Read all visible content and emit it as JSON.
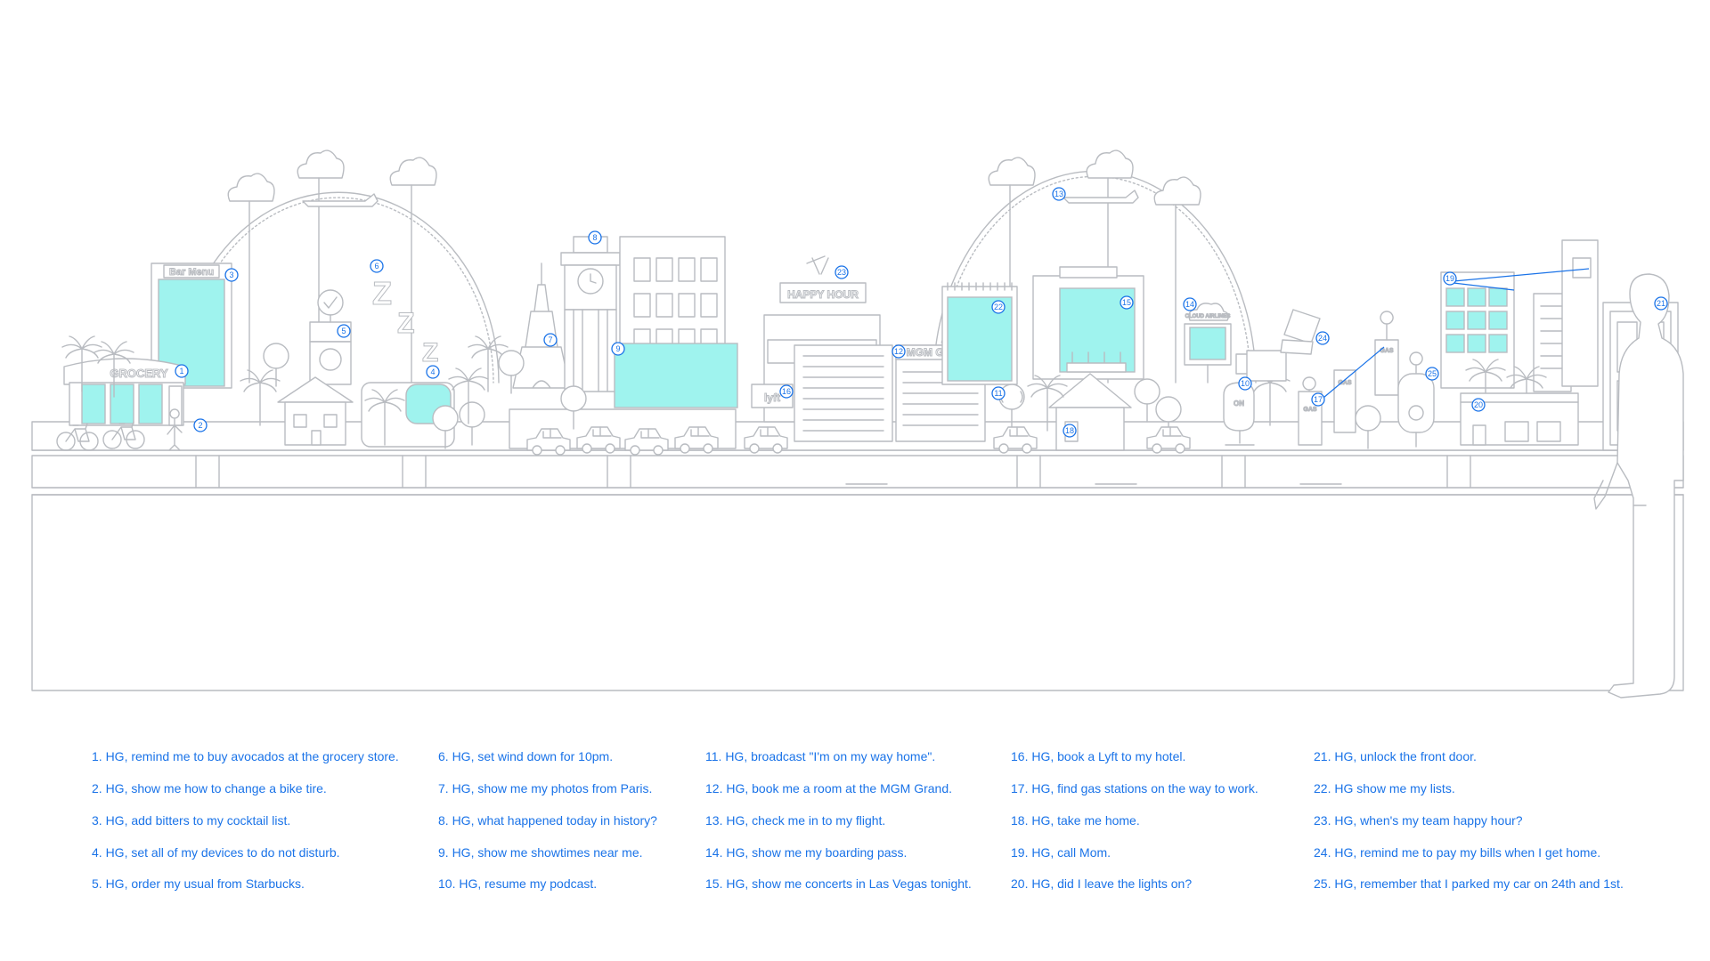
{
  "signs": {
    "grocery": "GROCERY",
    "bar_menu": "Bar Menu",
    "happy_hour": "HAPPY HOUR",
    "mgm_grand": "MGM GRAND",
    "cloud_airlines": "CLOUD AIRLINES",
    "lyft": "lyft",
    "on_air": "ON",
    "gas": "GAS",
    "zzz": "Z"
  },
  "colors": {
    "screen": "#9ff3ee",
    "line": "#b9bcc1",
    "accent": "#1a73e8"
  },
  "commands": [
    "1. HG, remind me to buy avocados at the grocery store.",
    "2. HG, show me how to change a bike tire.",
    "3. HG, add bitters to my cocktail list.",
    "4. HG, set all of my devices to do not disturb.",
    "5. HG, order my usual from Starbucks.",
    "6. HG,  set wind down for 10pm.",
    "7. HG, show me my photos from Paris.",
    "8. HG, what happened today in history?",
    "9. HG, show me showtimes near me.",
    "10. HG, resume my podcast.",
    "11. HG, broadcast \"I'm on my way home\".",
    "12. HG, book me a room at the MGM Grand.",
    "13. HG, check me in to my flight.",
    "14. HG, show me my boarding pass.",
    "15. HG, show me concerts in Las Vegas tonight.",
    "16. HG, book a Lyft to my hotel.",
    "17. HG, find gas stations on the way to work.",
    "18. HG, take me home.",
    "19. HG, call Mom.",
    "20. HG, did I leave the lights on?",
    "21. HG, unlock the front door.",
    "22. HG show me my lists.",
    "23. HG, when's my team happy hour?",
    "24. HG, remind me to pay my bills when I get home.",
    "25. HG, remember that I parked my car on 24th and 1st."
  ],
  "badges": [
    "1",
    "2",
    "3",
    "4",
    "5",
    "6",
    "7",
    "8",
    "9",
    "10",
    "11",
    "12",
    "13",
    "14",
    "15",
    "16",
    "17",
    "18",
    "19",
    "20",
    "21",
    "22",
    "23",
    "24",
    "25"
  ]
}
